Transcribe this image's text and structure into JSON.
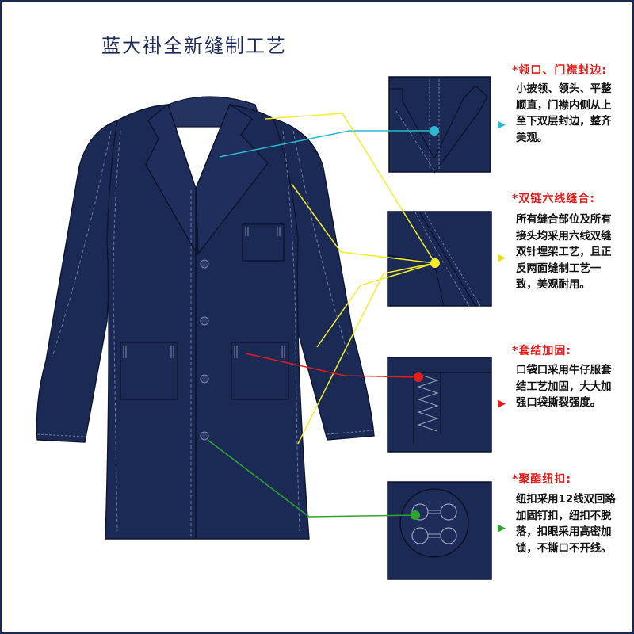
{
  "title": "蓝大褂全新缝制工艺",
  "colors": {
    "coat": "#1b2a55",
    "callout_1": "#2bb8d0",
    "callout_2": "#f2ec2a",
    "callout_3": "#e01e1e",
    "callout_4": "#2fa52f",
    "heading": "#e21a1a"
  },
  "details": [
    {
      "title": "*领口、门襟封边:",
      "body": "小披领、领头、平整顺直，门襟内侧从上至下双层封边，整齐美观。",
      "arrow": "▶"
    },
    {
      "title": "*双链六线缝合:",
      "body": "所有缝合部位及所有接头均采用六线双缝双针埋架工艺，且正反两面缝制工艺一致，美观耐用。",
      "arrow": "▶"
    },
    {
      "title": "*套结加固:",
      "body": "口袋口采用牛仔服套结工艺加固，大大加强口袋撕裂强度。",
      "arrow": "▶"
    },
    {
      "title": "*聚酯纽扣:",
      "body": "纽扣采用12线双回路加固钉扣，纽扣不脱落，扣眼采用高密加锁，不撕口不开线。",
      "arrow": "▶"
    }
  ]
}
